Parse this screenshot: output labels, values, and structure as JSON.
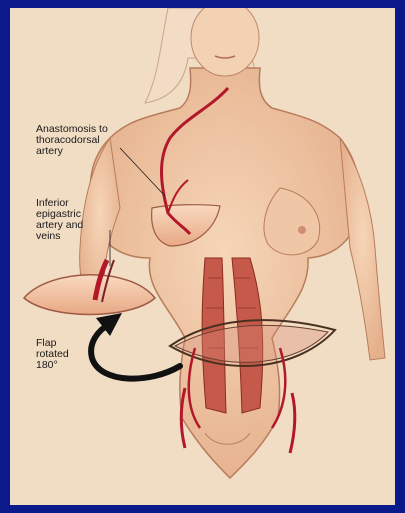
{
  "labels": {
    "anastomosis": "Anastomosis to\nthoracodorsal\nartery",
    "inferior": "Inferior\nepigastric\nartery and\nveins",
    "flap": "Flap\nrotated\n180°"
  },
  "colors": {
    "border": "#0b1a8a",
    "background": "#f1dcc4",
    "skin": "#efc9a8",
    "skin_shadow": "#c9906e",
    "vessel": "#b3182a",
    "muscle": "#c65a4a",
    "hair": "#f0d8c0",
    "arrow": "#111111"
  }
}
